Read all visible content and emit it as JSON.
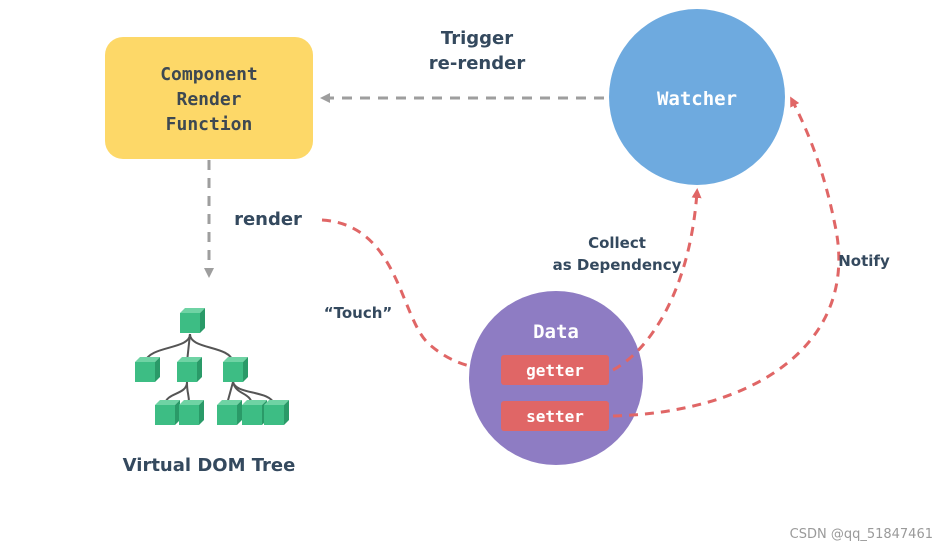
{
  "nodes": {
    "render_function": {
      "lines": [
        "Component",
        "Render",
        "Function"
      ]
    },
    "watcher": {
      "label": "Watcher"
    },
    "data": {
      "label": "Data",
      "getter": "getter",
      "setter": "setter"
    },
    "vdom": {
      "label": "Virtual DOM Tree"
    }
  },
  "edge_labels": {
    "trigger": [
      "Trigger",
      "re-render"
    ],
    "render": "render",
    "touch": "“Touch”",
    "collect": [
      "Collect",
      "as Dependency"
    ],
    "notify": "Notify"
  },
  "watermark": "CSDN @qq_51847461",
  "colors": {
    "render_box": "#fdd868",
    "render_text": "#3d4852",
    "watcher": "#6eaadf",
    "data_circle": "#8e7cc3",
    "pill": "#e06666",
    "red_arrow": "#e06666",
    "grey_arrow": "#9e9e9e",
    "cube": "#3dbd84",
    "tree_line": "#555555",
    "label_text": "#34495e"
  }
}
